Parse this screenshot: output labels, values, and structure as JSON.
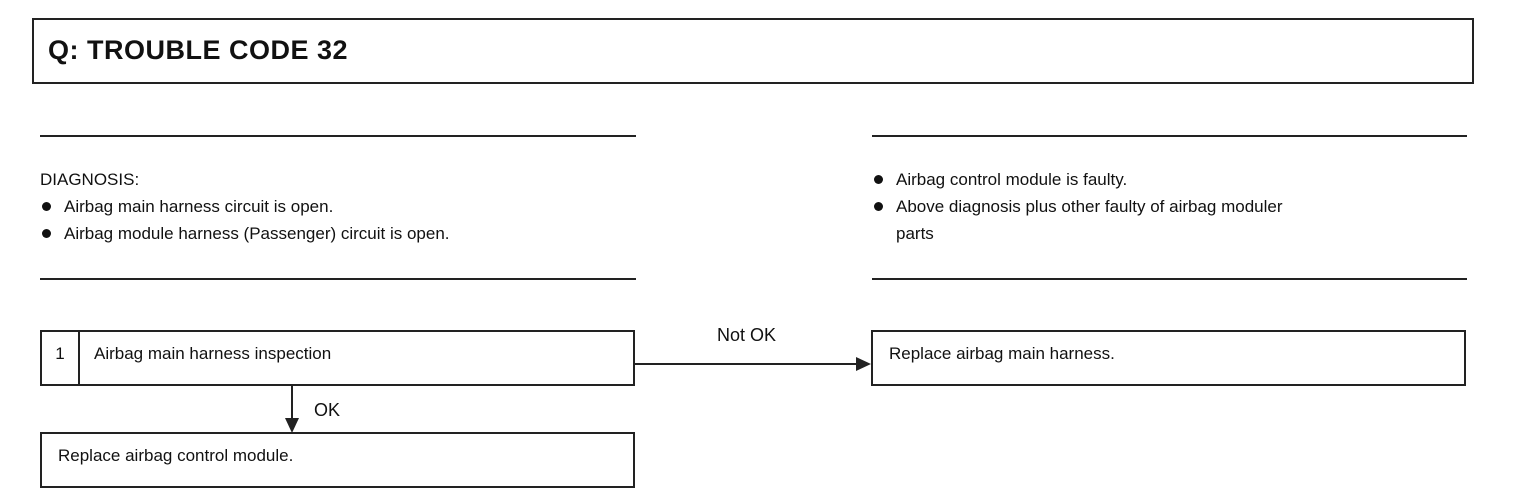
{
  "title": "Q:  TROUBLE CODE 32",
  "diagnosis": {
    "heading": "DIAGNOSIS:",
    "items": [
      "Airbag main harness circuit is open.",
      "Airbag module harness (Passenger) circuit is open."
    ]
  },
  "diagnosis_right": {
    "items": [
      "Airbag control module is faulty.",
      "Above diagnosis plus other faulty of airbag moduler"
    ],
    "continuation": "parts"
  },
  "flow": {
    "step1": {
      "number": "1",
      "label": "Airbag main harness inspection"
    },
    "not_ok_label": "Not OK",
    "ok_label": "OK",
    "not_ok_result": "Replace airbag main harness.",
    "ok_result": "Replace airbag control module."
  }
}
